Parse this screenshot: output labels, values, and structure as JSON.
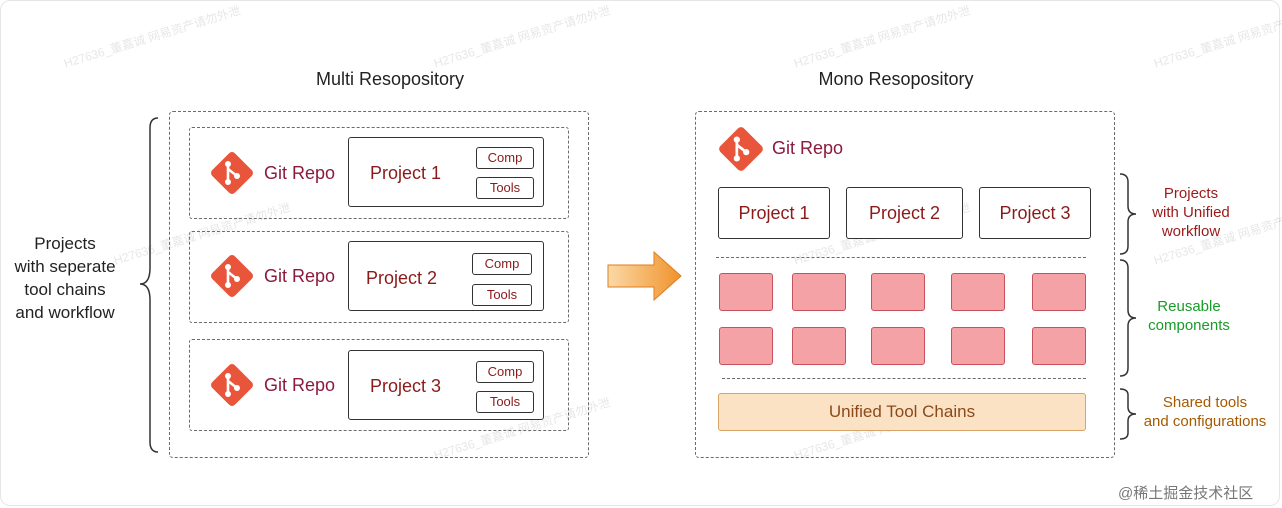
{
  "multi": {
    "title": "Multi Resopository",
    "side_label": [
      "Projects",
      "with seperate",
      "tool chains",
      "and workflow"
    ],
    "rows": [
      {
        "git": "Git Repo",
        "project": "Project 1",
        "comp": "Comp",
        "tools": "Tools"
      },
      {
        "git": "Git Repo",
        "project": "Project 2",
        "comp": "Comp",
        "tools": "Tools"
      },
      {
        "git": "Git Repo",
        "project": "Project 3",
        "comp": "Comp",
        "tools": "Tools"
      }
    ]
  },
  "mono": {
    "title": "Mono Resopository",
    "git": "Git Repo",
    "projects": [
      "Project 1",
      "Project 2",
      "Project 3"
    ],
    "toolchain": "Unified Tool Chains",
    "notes": {
      "projects": [
        "Projects",
        "with Unified",
        "workflow"
      ],
      "reusable": [
        "Reusable",
        "components"
      ],
      "shared": [
        "Shared tools",
        "and configurations"
      ]
    }
  },
  "colors": {
    "git_logo": "#e8553a",
    "note_projects": "#9b1a1a",
    "note_reusable": "#1a9b2a",
    "note_shared": "#a55a00",
    "arrow_from": "#fbd9a6",
    "arrow_to": "#f0922b"
  },
  "watermark": "H27636_董嘉诚 网易资产请勿外泄",
  "footer": "@稀土掘金技术社区"
}
